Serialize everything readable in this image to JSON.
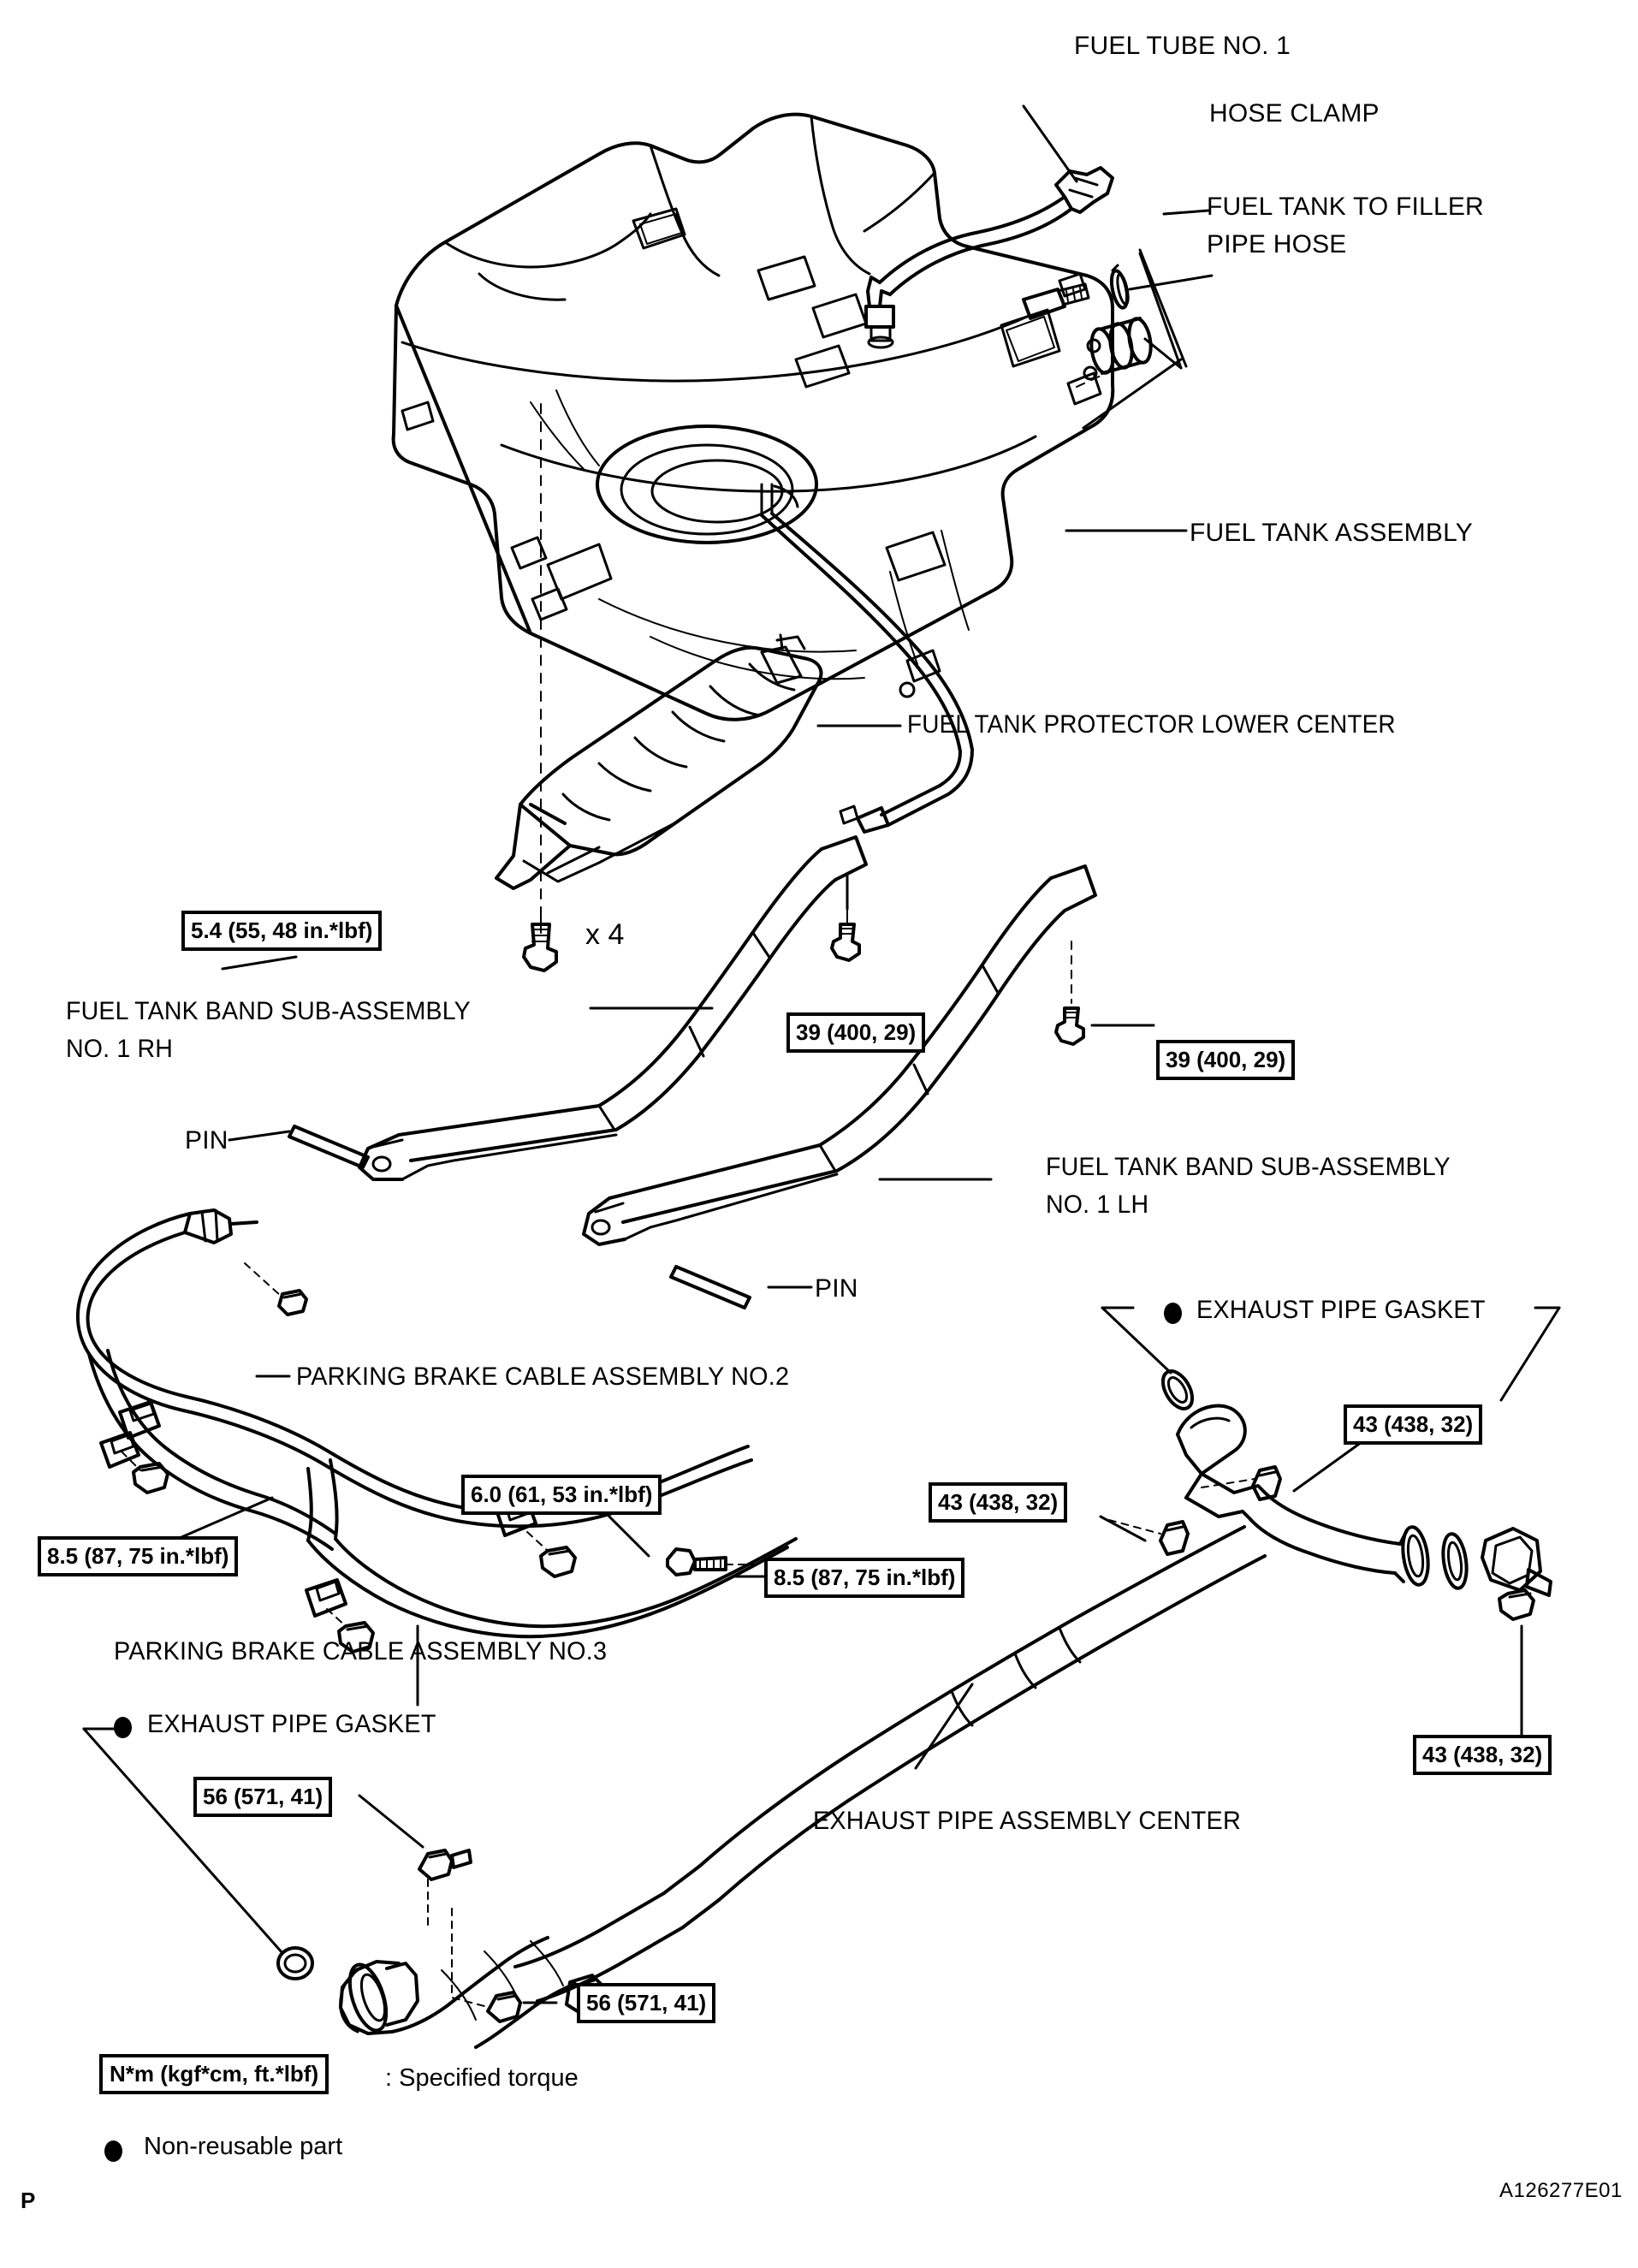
{
  "figure": {
    "id_code": "A126277E01",
    "page_marker": "P"
  },
  "part_labels": {
    "fuel_tube_no1": "FUEL TUBE NO. 1",
    "hose_clamp": "HOSE CLAMP",
    "fuel_tank_to_filler_pipe_hose_line1": "FUEL TANK TO FILLER",
    "fuel_tank_to_filler_pipe_hose_line2": "PIPE HOSE",
    "fuel_tank_assembly": "FUEL TANK ASSEMBLY",
    "fuel_tank_protector_lower_center": "FUEL TANK PROTECTOR LOWER CENTER",
    "fuel_tank_band_rh_line1": "FUEL TANK BAND SUB-ASSEMBLY",
    "fuel_tank_band_rh_line2": "NO. 1 RH",
    "fuel_tank_band_lh_line1": "FUEL TANK BAND SUB-ASSEMBLY",
    "fuel_tank_band_lh_line2": "NO. 1 LH",
    "pin_left": "PIN",
    "pin_right": "PIN",
    "parking_brake_cable_no2": "PARKING BRAKE CABLE ASSEMBLY NO.2",
    "parking_brake_cable_no3": "PARKING BRAKE CABLE ASSEMBLY NO.3",
    "exhaust_pipe_gasket_upper": "EXHAUST PIPE GASKET",
    "exhaust_pipe_gasket_lower": "EXHAUST PIPE GASKET",
    "exhaust_pipe_assembly_center": "EXHAUST PIPE ASSEMBLY CENTER",
    "quantity_bolts": "x 4"
  },
  "torque_specs": [
    {
      "key": "bolt_protector",
      "value": "5.4 (55, 48 in.*lbf)"
    },
    {
      "key": "band_rh",
      "value": "39 (400, 29)"
    },
    {
      "key": "band_lh",
      "value": "39 (400, 29)"
    },
    {
      "key": "cable_clamp_a",
      "value": "8.5 (87, 75 in.*lbf)"
    },
    {
      "key": "cable_clamp_b",
      "value": "6.0 (61, 53 in.*lbf)"
    },
    {
      "key": "cable_clamp_c",
      "value": "8.5 (87, 75 in.*lbf)"
    },
    {
      "key": "exhaust_front_l",
      "value": "43 (438, 32)"
    },
    {
      "key": "exhaust_front_r",
      "value": "43 (438, 32)"
    },
    {
      "key": "exhaust_rear",
      "value": "43 (438, 32)"
    },
    {
      "key": "muffler_front",
      "value": "56 (571, 41)"
    },
    {
      "key": "muffler_rear",
      "value": "56 (571, 41)"
    }
  ],
  "legend": {
    "torque_box_label": "N*m (kgf*cm, ft.*lbf)",
    "torque_suffix": ": Specified torque",
    "non_reusable_label": "Non-reusable part"
  },
  "colors": {
    "line": "#000000",
    "background": "#ffffff"
  }
}
